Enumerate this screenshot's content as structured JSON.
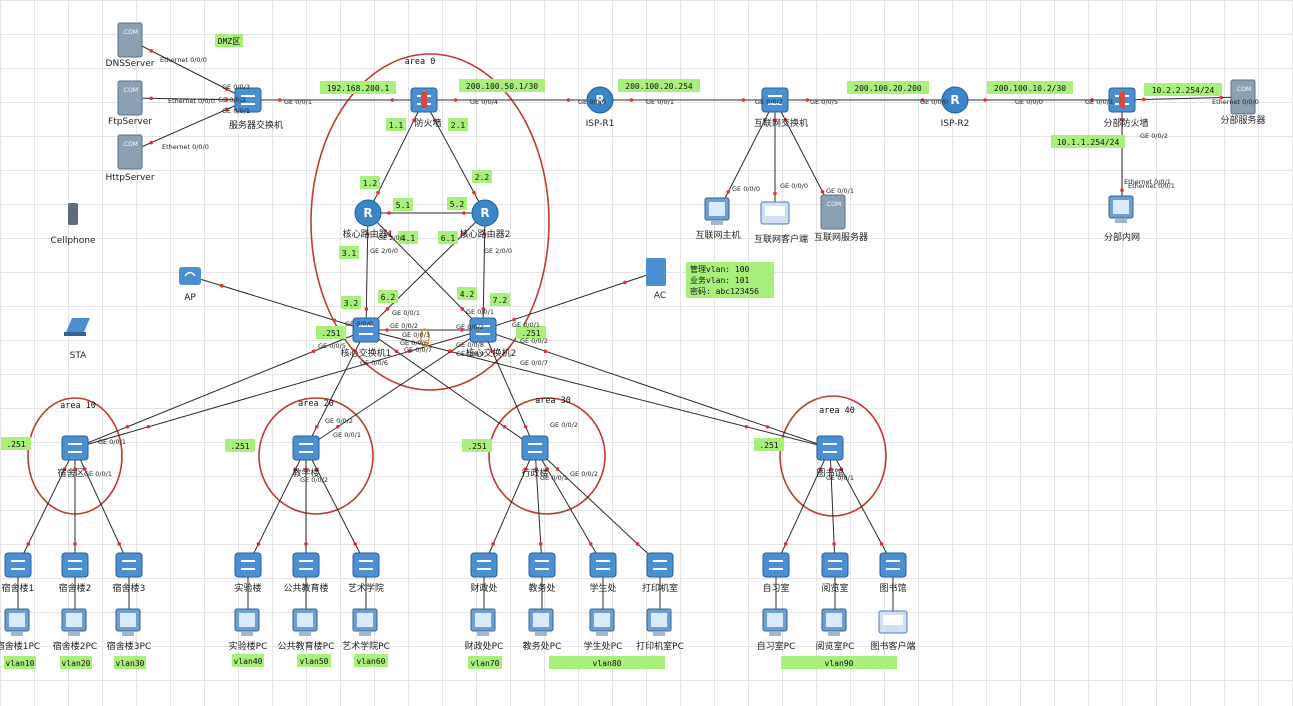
{
  "colors": {
    "link": "#2b2b2b",
    "ellipse": "#c0392b",
    "tag_bg": "#a9ef7c",
    "port_dot": "#e03030",
    "router": "#3a87c8",
    "switch": "#4a8fd1",
    "server": "#8aa0b5",
    "pc": "#6f9fd0"
  },
  "nodes": [
    {
      "id": "dns",
      "label": "DNSServer",
      "kind": "server"
    },
    {
      "id": "ftp",
      "label": "FtpServer",
      "kind": "server"
    },
    {
      "id": "http",
      "label": "HttpServer",
      "kind": "server"
    },
    {
      "id": "srvsw",
      "label": "服务器交换机",
      "kind": "switch"
    },
    {
      "id": "fw",
      "label": "防火墙",
      "kind": "firewall"
    },
    {
      "id": "cr1",
      "label": "核心路由器1",
      "kind": "router"
    },
    {
      "id": "cr2",
      "label": "核心路由器2",
      "kind": "router"
    },
    {
      "id": "isp1",
      "label": "ISP-R1",
      "kind": "router"
    },
    {
      "id": "inetsw",
      "label": "互联网交换机",
      "kind": "switch"
    },
    {
      "id": "isp2",
      "label": "ISP-R2",
      "kind": "router"
    },
    {
      "id": "brfw",
      "label": "分部防火墙",
      "kind": "firewall"
    },
    {
      "id": "brsrv",
      "label": "分部服务器",
      "kind": "server"
    },
    {
      "id": "brnet",
      "label": "分部内网",
      "kind": "pc"
    },
    {
      "id": "inethost",
      "label": "互联网主机",
      "kind": "pc"
    },
    {
      "id": "inetclient",
      "label": "互联网客户端",
      "kind": "client"
    },
    {
      "id": "inetsrv",
      "label": "互联网服务器",
      "kind": "server"
    },
    {
      "id": "phone",
      "label": "Cellphone",
      "kind": "phone"
    },
    {
      "id": "ap",
      "label": "AP",
      "kind": "ap"
    },
    {
      "id": "ac",
      "label": "AC",
      "kind": "ac"
    },
    {
      "id": "sta",
      "label": "STA",
      "kind": "laptop"
    },
    {
      "id": "csw1",
      "label": "核心交换机1",
      "kind": "switch"
    },
    {
      "id": "csw2",
      "label": "核心交换机2",
      "kind": "switch"
    },
    {
      "id": "dist1",
      "label": "宿舍区",
      "kind": "switch"
    },
    {
      "id": "dist2",
      "label": "教学楼",
      "kind": "switch"
    },
    {
      "id": "dist3",
      "label": "行政楼",
      "kind": "switch"
    },
    {
      "id": "dist4",
      "label": "图书馆",
      "kind": "switch"
    },
    {
      "id": "a1",
      "label": "宿舍楼1",
      "kind": "switch"
    },
    {
      "id": "a2",
      "label": "宿舍楼2",
      "kind": "switch"
    },
    {
      "id": "a3",
      "label": "宿舍楼3",
      "kind": "switch"
    },
    {
      "id": "a4",
      "label": "实验楼",
      "kind": "switch"
    },
    {
      "id": "a5",
      "label": "公共教育楼",
      "kind": "switch"
    },
    {
      "id": "a6",
      "label": "艺术学院",
      "kind": "switch"
    },
    {
      "id": "a7",
      "label": "财政处",
      "kind": "switch"
    },
    {
      "id": "a8",
      "label": "教务处",
      "kind": "switch"
    },
    {
      "id": "a9",
      "label": "学生处",
      "kind": "switch"
    },
    {
      "id": "a10",
      "label": "打印机室",
      "kind": "switch"
    },
    {
      "id": "a11",
      "label": "自习室",
      "kind": "switch"
    },
    {
      "id": "a12",
      "label": "阅览室",
      "kind": "switch"
    },
    {
      "id": "a13",
      "label": "图书馆",
      "kind": "switch"
    },
    {
      "id": "p1",
      "label": "宿舍楼1PC",
      "kind": "pc"
    },
    {
      "id": "p2",
      "label": "宿舍楼2PC",
      "kind": "pc"
    },
    {
      "id": "p3",
      "label": "宿舍楼3PC",
      "kind": "pc"
    },
    {
      "id": "p4",
      "label": "实验楼PC",
      "kind": "pc"
    },
    {
      "id": "p5",
      "label": "公共教育楼PC",
      "kind": "pc"
    },
    {
      "id": "p6",
      "label": "艺术学院PC",
      "kind": "pc"
    },
    {
      "id": "p7",
      "label": "财政处PC",
      "kind": "pc"
    },
    {
      "id": "p8",
      "label": "教务处PC",
      "kind": "pc"
    },
    {
      "id": "p9",
      "label": "学生处PC",
      "kind": "pc"
    },
    {
      "id": "p10",
      "label": "打印机室PC",
      "kind": "pc"
    },
    {
      "id": "p11",
      "label": "自习室PC",
      "kind": "pc"
    },
    {
      "id": "p12",
      "label": "阅览室PC",
      "kind": "pc"
    },
    {
      "id": "p13",
      "label": "图书客户端",
      "kind": "client"
    }
  ],
  "tags": [
    "DMZ区",
    "192.168.200.1",
    "area 0",
    "200.100.50.1/30",
    "200.100.20.254",
    "200.100.20.200",
    "200.100.10.2/30",
    "10.2.2.254/24",
    "10.1.1.254/24",
    "1.1",
    "2.1",
    "1.2",
    "2.2",
    "5.1",
    "5.2",
    "3.1",
    "4.1",
    "6.1",
    "3.2",
    "6.2",
    "4.2",
    "7.2",
    ".251",
    ".251",
    "area 10",
    "area 20",
    "area 30",
    "area 40",
    ".251",
    ".251",
    ".251",
    ".251",
    "vlan10",
    "vlan20",
    "vlan30",
    "vlan40",
    "vlan50",
    "vlan60",
    "vlan70",
    "vlan80",
    "vlan90"
  ],
  "note": {
    "line1": "管理vlan: 100",
    "line2": "业务vlan: 101",
    "line3": "密码: abc123456"
  },
  "ports": [
    "Ethernet 0/0/0",
    "Ethernet 0/0/0",
    "Ethernet 0/0/0",
    "GE 0/0/3",
    "GE 0/0/2",
    "GE 0/0/1",
    "GE 0/0/1",
    "GE 0/0/4",
    "GE 0/0/0",
    "GE 0/0/1",
    "GE 0/0/2",
    "GE 0/0/5",
    "GE 0/0/0",
    "GE 0/0/0",
    "GE 0/0/3",
    "Ethernet 0/0/0",
    "GE 0/0/2",
    "Ethernet 0/0/1",
    "GE 0/0/0",
    "GE 0/0/0",
    "GE 0/0/1",
    "GE 2/0/0",
    "GE 2/0/1",
    "GE 2/0/0",
    "GE 0/0/0",
    "GE 0/0/1",
    "GE 0/0/2",
    "GE 0/0/3",
    "GE 0/0/1",
    "GE 0/0/2",
    "GE 0/0/1",
    "GE 0/0/2",
    "GE 0/0/6",
    "GE 0/0/7",
    "GE 0/0/8",
    "GE 0/0/9",
    "GE 0/0/5",
    "GE 0/0/6",
    "GE 0/0/7",
    "GE 0/0/1",
    "GE 0/0/2",
    "GE 0/0/1",
    "GE 0/0/2",
    "GE 0/0/1",
    "GE 0/0/2",
    "GE 0/0/1",
    "GE 0/0/2",
    "GE 0/0/1",
    "Ethernet 0/0/1"
  ]
}
